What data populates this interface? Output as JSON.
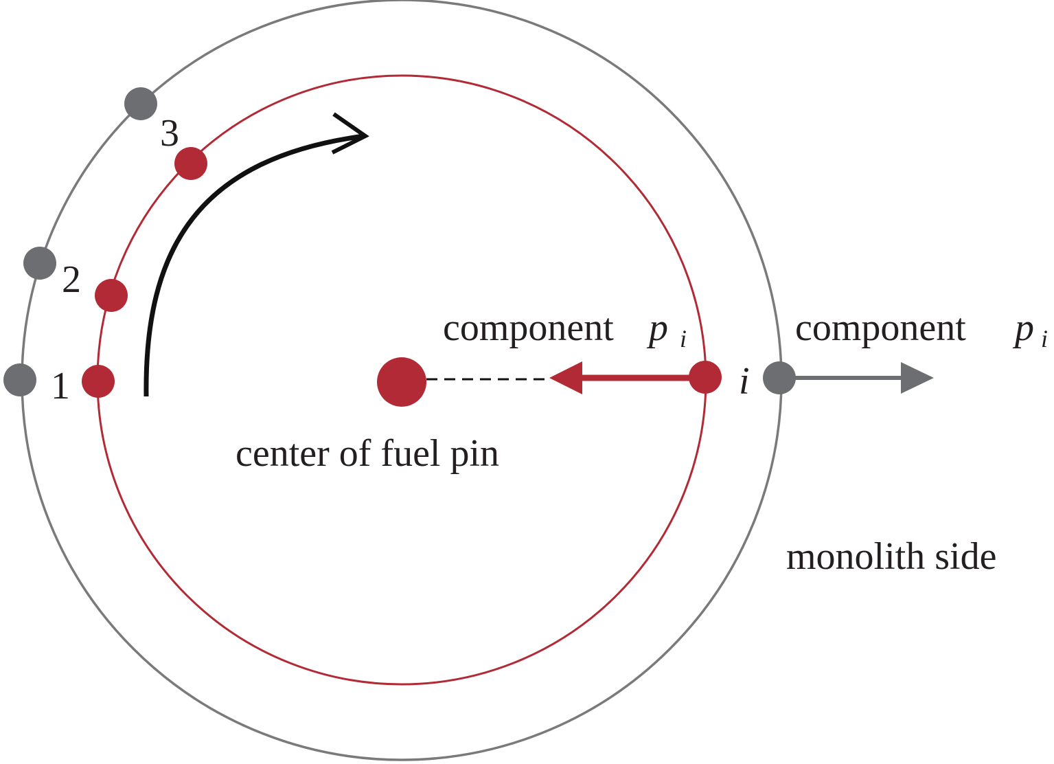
{
  "labels": {
    "point_1": "1",
    "point_2": "2",
    "point_3": "3",
    "point_i": "i",
    "center": "center of fuel pin",
    "inner_component_word": "component",
    "inner_component_symbol": "p",
    "inner_component_subscript": "i",
    "outer_component_word": "component",
    "outer_component_symbol": "p",
    "outer_component_subscript": "i",
    "monolith": "monolith side"
  },
  "colors": {
    "inner_circle": "#b22a35",
    "outer_circle": "#7a7a7d",
    "inner_points": "#b22a35",
    "outer_points": "#6d6e71",
    "rotation_arrow": "#111111",
    "dashed_line": "#111111"
  }
}
